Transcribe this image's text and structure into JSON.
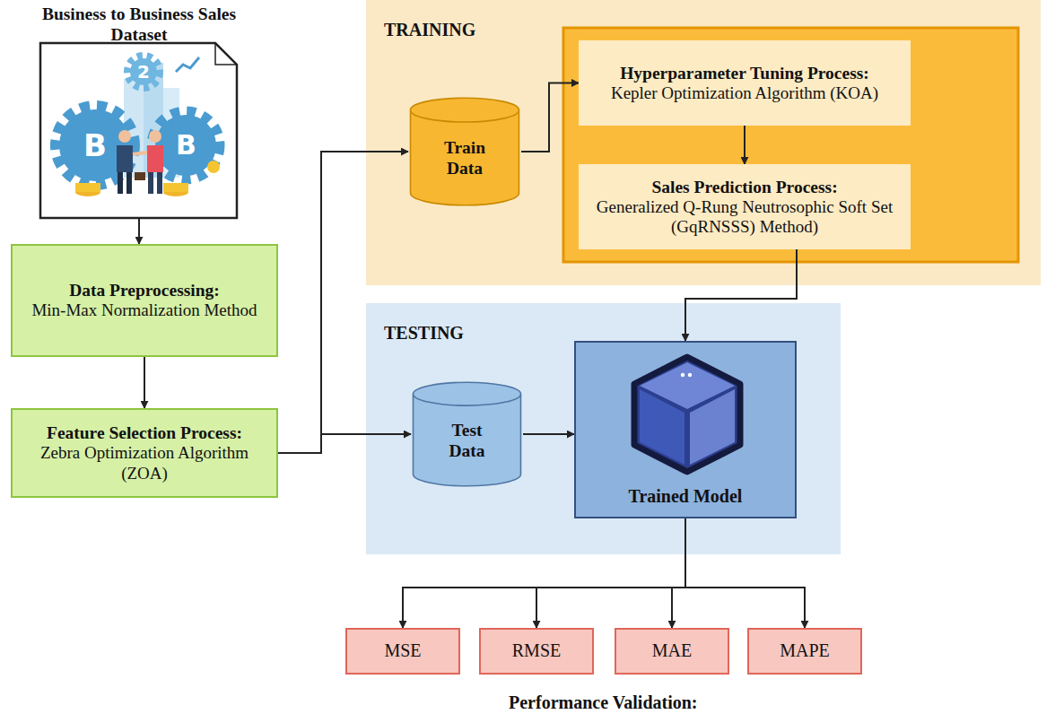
{
  "diagram": {
    "nodes": [
      {
        "text": [
          "Business to Business Sales Dataset"
        ]
      },
      {
        "text": [
          "Data Preprocessing:",
          "Min-Max Normalization Method"
        ]
      },
      {
        "text": [
          "Feature Selection Process:",
          "Zebra Optimization Algorithm (ZOA)"
        ]
      },
      {
        "text": [
          "TRAINING"
        ]
      },
      {
        "text": [
          "Train Data"
        ],
        "in": 3
      },
      {
        "text": [
          "Hyperparameter Tuning Process:",
          "Kepler Optimization Algorithm (KOA)"
        ],
        "in": 3
      },
      {
        "text": [
          "Sales Prediction Process:",
          "Generalized Q-Rung Neutrosophic Soft Set (GqRNSSS) Method)"
        ],
        "in": 3
      },
      {
        "text": [
          "TESTING"
        ]
      },
      {
        "text": [
          "Test Data"
        ],
        "in": 7
      },
      {
        "text": [
          "Trained Model"
        ],
        "in": 7
      },
      {
        "text": [
          "MSE"
        ]
      },
      {
        "text": [
          "RMSE"
        ]
      },
      {
        "text": [
          "MAE"
        ]
      },
      {
        "text": [
          "MAPE"
        ]
      }
    ],
    "edges": [
      {
        "from": 0,
        "to": 1,
        "arrow": "to"
      },
      {
        "from": 1,
        "to": 2,
        "arrow": "to"
      },
      {
        "from": 2,
        "to": 4,
        "arrow": "to"
      },
      {
        "from": 2,
        "to": 8,
        "arrow": "to"
      },
      {
        "from": 4,
        "to": 5,
        "arrow": "to"
      },
      {
        "from": 5,
        "to": 6,
        "arrow": "to"
      },
      {
        "from": 6,
        "to": 9,
        "arrow": "to"
      },
      {
        "from": 8,
        "to": 9,
        "arrow": "to"
      },
      {
        "from": 9,
        "to": 10,
        "arrow": "to"
      },
      {
        "from": 9,
        "to": 11,
        "arrow": "to"
      },
      {
        "from": 9,
        "to": 12,
        "arrow": "to"
      },
      {
        "from": 9,
        "to": 13,
        "arrow": "to"
      }
    ],
    "labels": [
      "B",
      "2",
      "B",
      "Performance Validation:"
    ]
  }
}
